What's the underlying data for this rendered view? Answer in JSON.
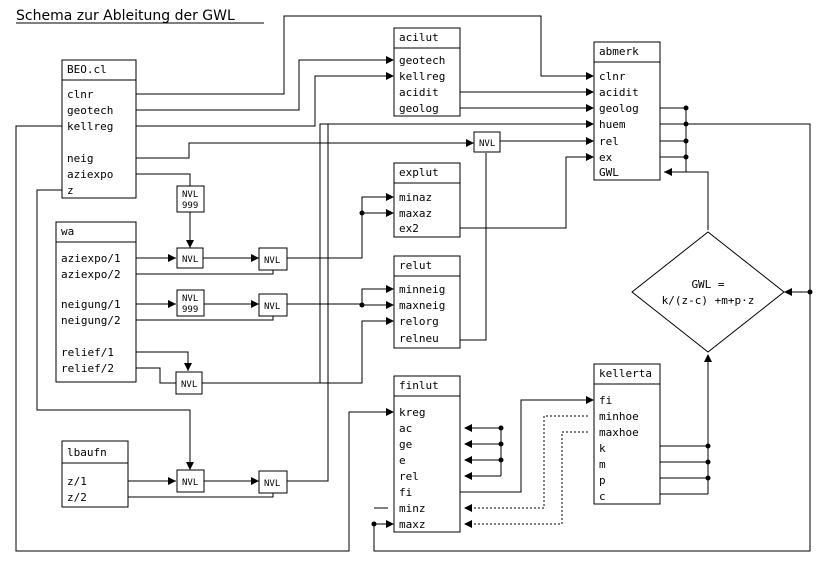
{
  "title": "Schema zur Ableitung der GWL",
  "tables": {
    "beo": {
      "name": "BEO.cl",
      "fields": [
        "clnr",
        "geotech",
        "kellreg",
        "",
        "neig",
        "aziexpo",
        "z"
      ]
    },
    "wa": {
      "name": "wa",
      "fields": [
        "aziexpo/1",
        "aziexpo/2",
        "",
        "neigung/1",
        "neigung/2",
        "",
        "relief/1",
        "relief/2"
      ]
    },
    "lbaufn": {
      "name": "lbaufn",
      "fields": [
        "z/1",
        "z/2"
      ]
    },
    "acilut": {
      "name": "acilut",
      "fields": [
        "geotech",
        "kellreg",
        "acidit",
        "geolog"
      ]
    },
    "explut": {
      "name": "explut",
      "fields": [
        "minaz",
        "maxaz",
        "ex2"
      ]
    },
    "relut": {
      "name": "relut",
      "fields": [
        "minneig",
        "maxneig",
        "relorg",
        "relneu"
      ]
    },
    "finlut": {
      "name": "finlut",
      "fields": [
        "kreg",
        "ac",
        "ge",
        "e",
        "rel",
        "fi",
        "minz",
        "maxz"
      ]
    },
    "abmerk": {
      "name": "abmerk",
      "fields": [
        "clnr",
        "acidit",
        "geolog",
        "huem",
        "rel",
        "ex",
        "GWL"
      ]
    },
    "kellerta": {
      "name": "kellerta",
      "fields": [
        "fi",
        "minhoe",
        "maxhoe",
        "k",
        "m",
        "p",
        "c"
      ]
    }
  },
  "nvl": {
    "label": "NVL",
    "value_999": "999"
  },
  "formula": {
    "line1": "GWL =",
    "line2": "k/(z-c) +m+p·z"
  }
}
